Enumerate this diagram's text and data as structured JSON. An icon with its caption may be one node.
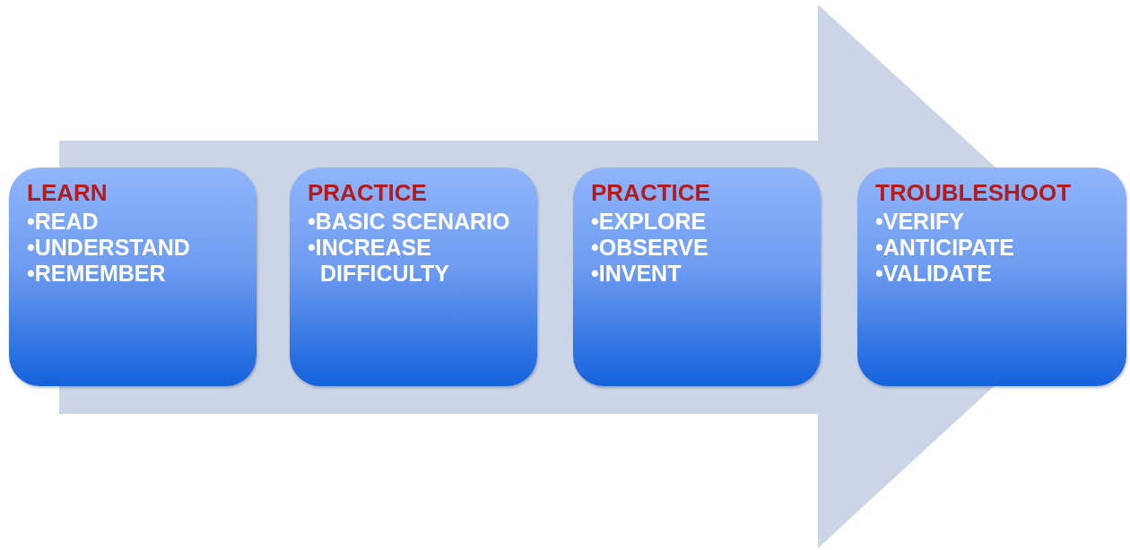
{
  "diagram": {
    "nodes": [
      {
        "text": [
          "LEARN",
          "•READ",
          "•UNDERSTAND",
          "•REMEMBER"
        ]
      },
      {
        "text": [
          "PRACTICE",
          "•BASIC SCENARIO",
          "•INCREASE DIFFICULTY"
        ]
      },
      {
        "text": [
          "PRACTICE",
          "•EXPLORE",
          "•OBSERVE",
          "•INVENT"
        ]
      },
      {
        "text": [
          "TROUBLESHOOT",
          "•VERIFY",
          "•ANTICIPATE",
          "•VALIDATE"
        ]
      }
    ],
    "edges": [
      {
        "from": 0,
        "to": 3,
        "arrow": "to"
      }
    ]
  }
}
